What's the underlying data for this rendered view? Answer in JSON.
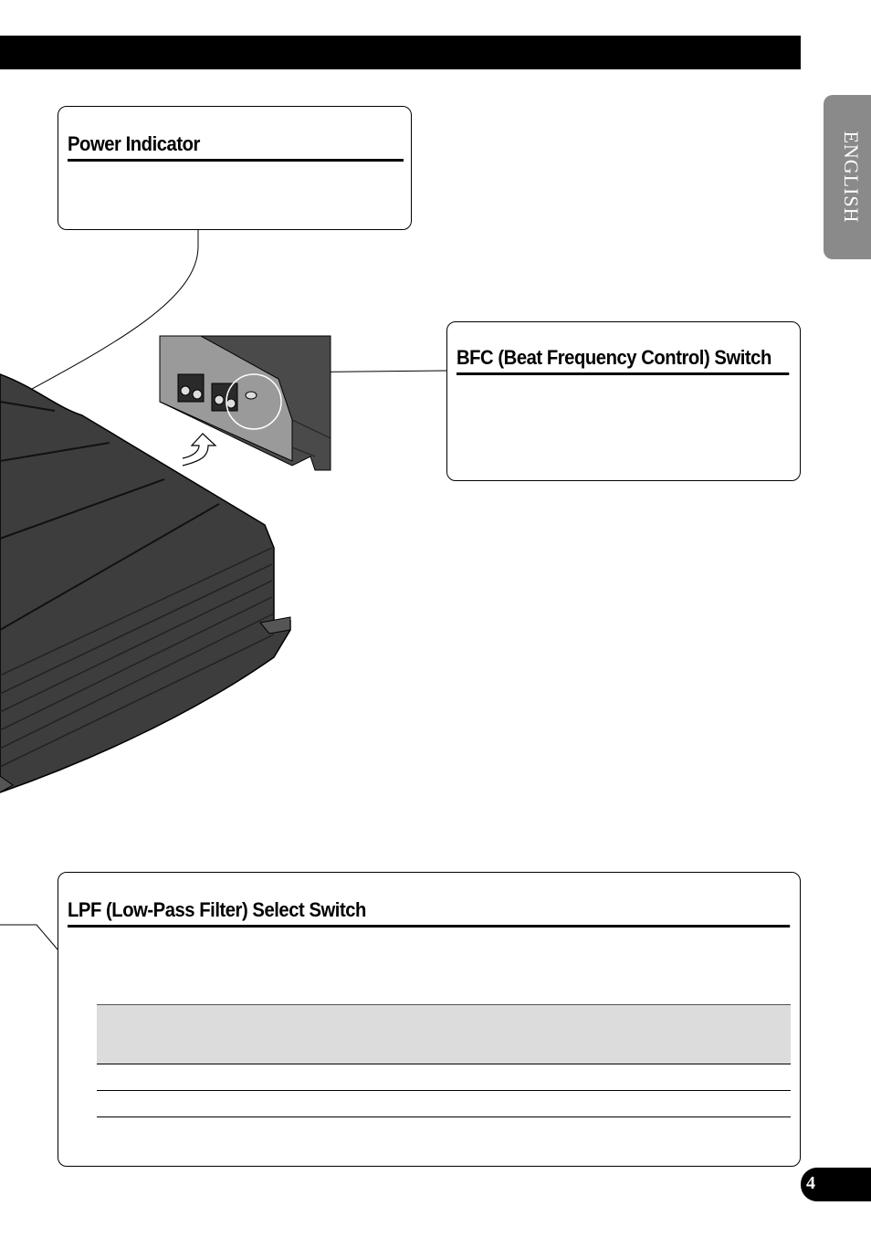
{
  "language_tab": "ENGLISH",
  "page_number": "4",
  "sections": {
    "power_indicator": {
      "title": "Power Indicator"
    },
    "bfc_switch": {
      "title": "BFC (Beat Frequency Control) Switch"
    },
    "lpf_switch": {
      "title": "LPF (Low-Pass Filter) Select Switch"
    }
  },
  "colors": {
    "header_bar": "#000000",
    "tab_bg": "#8a8a8a",
    "table_header_bg": "#dcdcdc",
    "amplifier_body": "#3d3d3d"
  }
}
